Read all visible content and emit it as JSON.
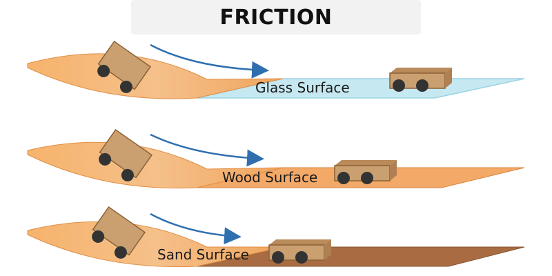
{
  "title": "FRICTION",
  "colors": {
    "ramp_light": "#f7b774",
    "ramp_mid": "#ef9e54",
    "ramp_edge": "#d9843a",
    "glass": "#bfe6f0",
    "glass_edge": "#8fd0e2",
    "wood": "#f3a968",
    "sand": "#a86b42",
    "cart": "#caa070",
    "arrow": "#2f6fb0",
    "wheel": "#333333"
  },
  "surfaces": [
    {
      "label": "Glass Surface",
      "type": "glass"
    },
    {
      "label": "Wood Surface",
      "type": "wood"
    },
    {
      "label": "Sand Surface",
      "type": "sand"
    }
  ]
}
